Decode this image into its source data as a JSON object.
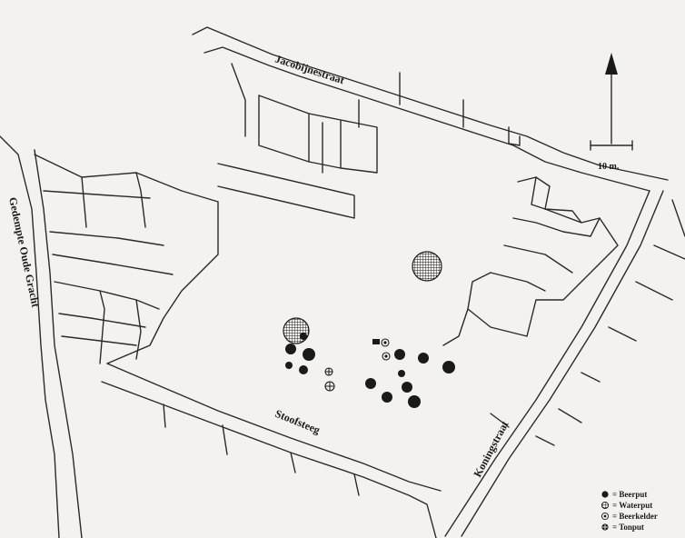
{
  "streets": {
    "jacobijnestraat": "Jacobijnestraat",
    "gedempte_oude_gracht": "Gedempte Oude Gracht",
    "stoofsteeg": "Stoofsteeg",
    "koningstraat": "Koningstraat"
  },
  "scale_label": "10 m.",
  "legend": [
    {
      "symbol": "beerput-icon",
      "label": "= Beerput"
    },
    {
      "symbol": "waterput-icon",
      "label": "= Waterput"
    },
    {
      "symbol": "beerkelder-icon",
      "label": "= Beerkelder"
    },
    {
      "symbol": "tonput-icon",
      "label": "= Tonput"
    }
  ],
  "colors": {
    "ink": "#1a1a1a",
    "paper": "#f3f2ee"
  }
}
